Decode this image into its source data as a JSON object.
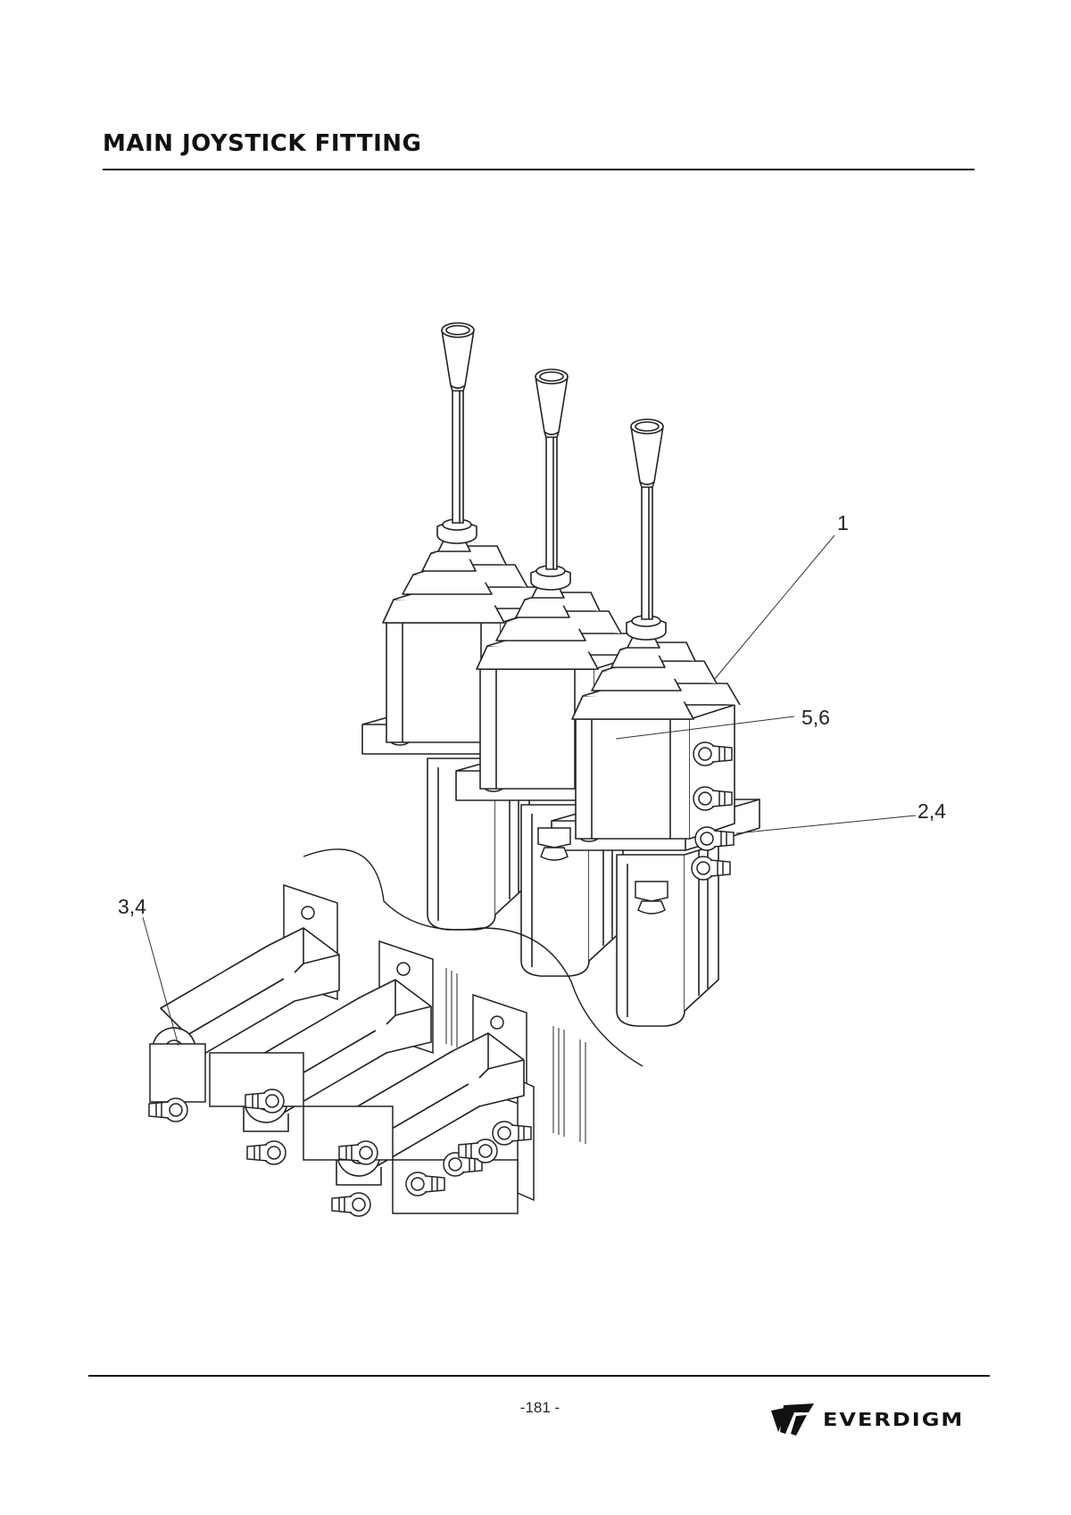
{
  "header": {
    "title": "MAIN JOYSTICK FITTING"
  },
  "callouts": {
    "c1": "1",
    "c56": "5,6",
    "c24": "2,4",
    "c34": "3,4"
  },
  "footer": {
    "page_number": "-181 -",
    "brand": "EVERDIGM"
  }
}
